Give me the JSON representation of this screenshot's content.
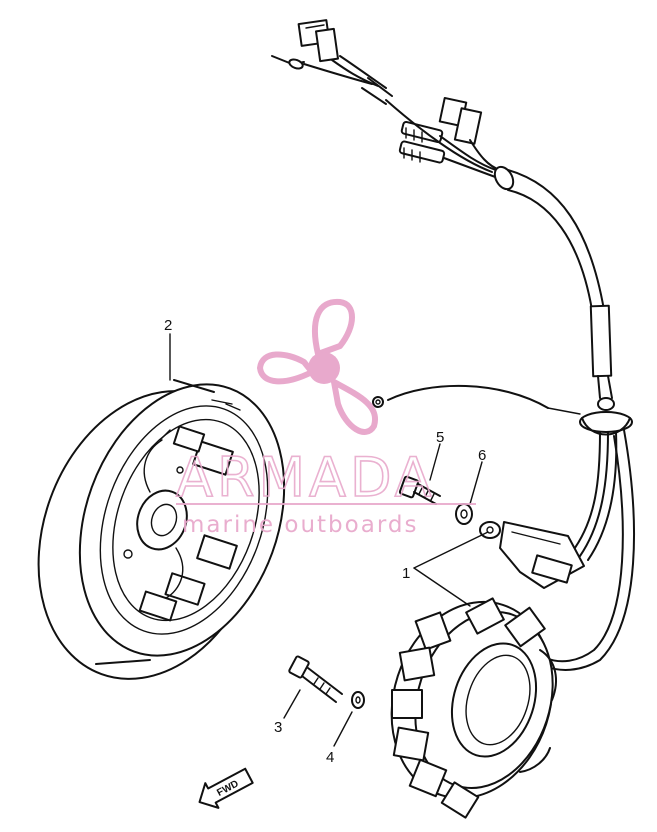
{
  "callouts": {
    "part_1": "1",
    "part_2": "2",
    "part_3": "3",
    "part_4": "4",
    "part_5": "5",
    "part_6": "6"
  },
  "direction_arrow": "FWD",
  "watermark": {
    "brand": "ARMADA",
    "tagline": "marine outboards",
    "icon": "propeller-logo-icon",
    "color": "#e8a9cc"
  }
}
